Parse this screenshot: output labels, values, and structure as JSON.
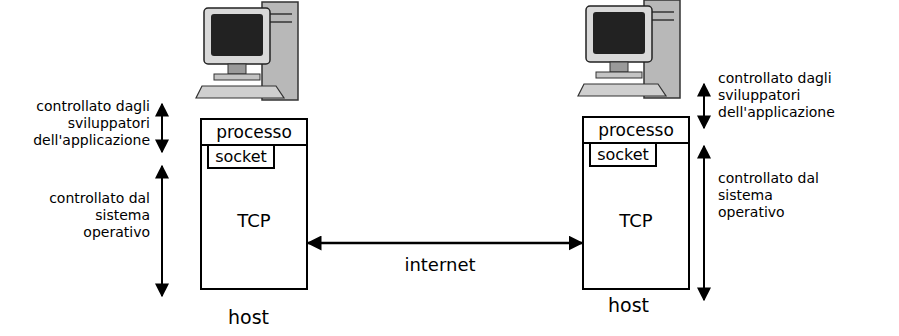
{
  "diagram": {
    "nodes": [
      {
        "text": [
          "TCP"
        ]
      },
      {
        "text": [
          "processo"
        ],
        "in": 0
      },
      {
        "text": [
          "socket"
        ],
        "in": 0
      },
      {
        "text": [
          "internet"
        ]
      },
      {
        "text": [
          "TCP"
        ]
      },
      {
        "text": [
          "processo"
        ],
        "in": 4
      },
      {
        "text": [
          "socket"
        ],
        "in": 4
      }
    ],
    "edges": [
      {
        "from": 0,
        "to": 4,
        "arrow": "both"
      }
    ],
    "labels": [
      "controllato dagli sviluppatori dell'applicazione",
      "controllato dal sistema operativo",
      "controllato dagli sviluppatori dell'applicazione",
      "controllato dal sistema operativo",
      "host",
      "host"
    ]
  }
}
